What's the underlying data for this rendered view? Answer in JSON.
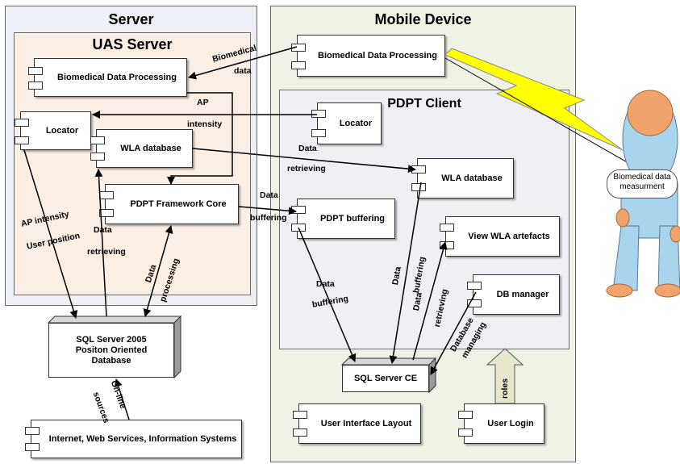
{
  "packages": {
    "server": "Server",
    "uas_server": "UAS Server",
    "mobile_device": "Mobile Device",
    "pdpt_client": "PDPT Client"
  },
  "components": {
    "uas_bdp": "Biomedical Data Processing",
    "uas_locator": "Locator",
    "uas_wla_db": "WLA database",
    "uas_framework_core": "PDPT Framework Core",
    "mob_bdp": "Biomedical Data Processing",
    "cl_locator": "Locator",
    "cl_wla_db": "WLA database",
    "cl_buffering": "PDPT buffering",
    "cl_view_wla": "View WLA artefacts",
    "cl_db_manager": "DB manager",
    "mob_ui_layout": "User Interface Layout",
    "mob_user_login": "User Login",
    "internet": "Internet, Web Services, Information Systems"
  },
  "databases": {
    "sql2005": [
      "SQL Server 2005",
      "Positon Oriented",
      "Database"
    ],
    "sqlce": "SQL Server CE"
  },
  "labels": {
    "biomedical": "Biomedical",
    "data_top": "data",
    "ap": "AP",
    "intensity": "intensity",
    "data_locator": "Data",
    "retrieving_wla": "retrieving",
    "data_buffering_1": "Data",
    "data_buffering_2": "buffering",
    "ap_intensity": "AP intensity",
    "user_position": "User position",
    "data_left": "Data",
    "retrieving_left": "retrieving",
    "data_processing_1": "Data",
    "data_processing_2": "processing",
    "data_buf_client_1": "Data",
    "data_buf_client_2": "buffering",
    "data_mid": "Data",
    "buffering_data_1": "buffering",
    "buffering_data_2": "Data",
    "retrieving_right": "retrieving",
    "database_managing_1": "Database",
    "database_managing_2": "managing",
    "online_1": "On-line",
    "online_2": "sources",
    "roles": "roles"
  },
  "actor": {
    "callout": [
      "Biomedical data",
      "measurment"
    ]
  },
  "colors": {
    "server_fill": "#eef0f8",
    "uas_fill": "#fbeee4",
    "mobile_fill": "#eef3e6",
    "client_fill": "#f0eff6",
    "lightning": "#ffff00",
    "actor_body": "#a9d4ee",
    "actor_head": "#f0a36a"
  }
}
